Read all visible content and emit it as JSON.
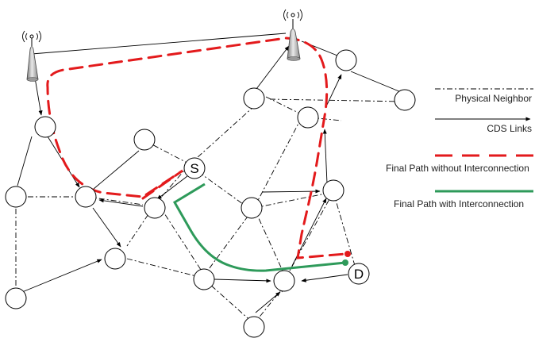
{
  "diagram": {
    "node_labels": {
      "source": "S",
      "destination": "D"
    },
    "legend": {
      "physical_neighbor": "Physical Neighbor",
      "cds_links": "CDS Links",
      "path_without": "Final Path without Interconnection",
      "path_with": "Final Path with Interconnection"
    },
    "colors": {
      "red_path": "#e31a1c",
      "green_path": "#2e9a5a",
      "lines": "#000000",
      "node_fill": "#ffffff"
    },
    "icons": [
      "tower-icon",
      "antenna-signal-icon"
    ]
  }
}
